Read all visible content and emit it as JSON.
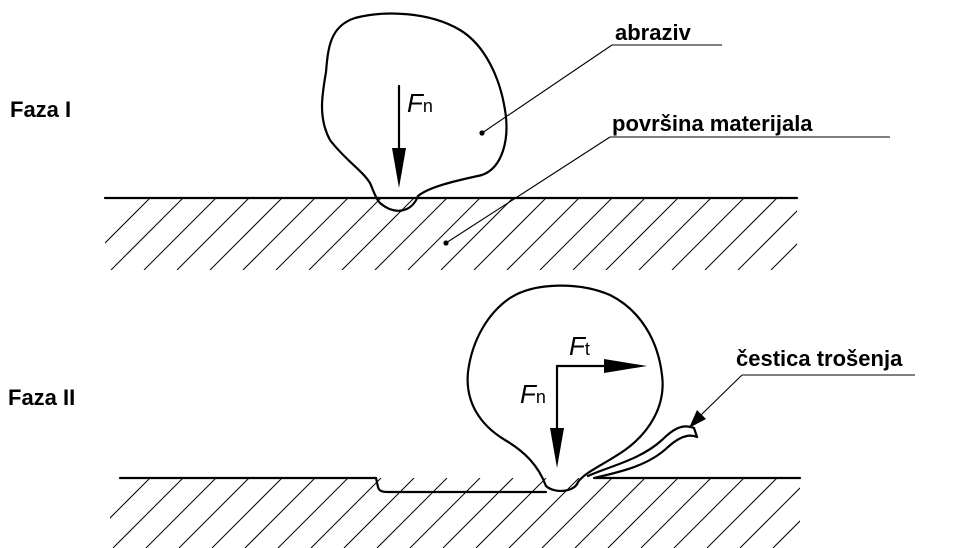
{
  "phase1": {
    "title": "Faza I",
    "labels": {
      "abrasive": "abraziv",
      "surface": "površina materijala"
    },
    "force_n": {
      "symbol": "F",
      "subscript": "n"
    }
  },
  "phase2": {
    "title": "Faza II",
    "labels": {
      "wear_particle": "čestica trošenja"
    },
    "force_n": {
      "symbol": "F",
      "subscript": "n"
    },
    "force_t": {
      "symbol": "F",
      "subscript": "t"
    }
  }
}
